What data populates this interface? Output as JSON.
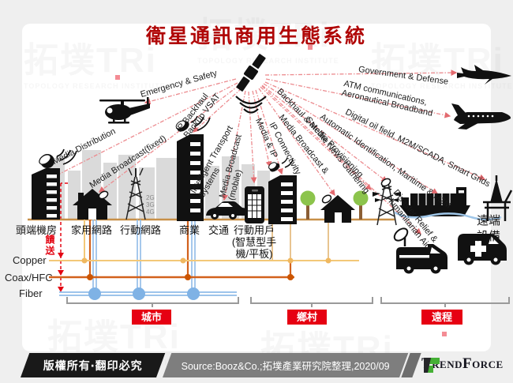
{
  "title": "衛星通訊商用生態系統",
  "watermark": {
    "brand": "拓墣TRi",
    "caption": "TOPOLOGY RESEARCH INSTITUTE"
  },
  "radial_labels": {
    "media_distribution": "Media Distribution",
    "media_broadcast_fixed": "Media Broadcast(fixed)",
    "emergency_safety": "Emergency & Safety",
    "ip_backhaul": "IP Backhaul\nBackup VSAT",
    "intelligent_transport": "Intelligent Transport\nSystems",
    "media_broadcast_mobile": "Media Broadcast\n(mobile)",
    "media_ip": "Media & IP",
    "ip_connectivity": "IP Connectivity",
    "media_broadcast_amp": "Media Broadcast &",
    "satellite_news": "Satellite News Gathering",
    "backhaul_provisioning": "Backhaul & Media Provisioning",
    "automatic_identification": "Automatic Identification, Maritime & M2M",
    "digital_oil_field": "Digital oil field, M2M/SCADA, Smart Grids",
    "atm_communications": "ATM communications,\nAeronautical Broadband",
    "government_defense": "Government & Defense",
    "disaster_relief": "Disaster Relief &\nHumanitarian Aid"
  },
  "ground_labels": {
    "headend": "頭端機房",
    "home_network": "家用網路",
    "mobile_network": "行動網路",
    "business": "商業",
    "transport": "交通",
    "mobile_users": "行動用戶\n(智慧型手\n機/平板)",
    "remote_equipment": "遠端\n設備",
    "feed": "饋送",
    "cellular_generations": "2G\n3G\n4G"
  },
  "line_labels": {
    "copper": "Copper",
    "coax": "Coax/HFC",
    "fiber": "Fiber"
  },
  "regions": {
    "city": "城市",
    "rural": "鄉村",
    "remote": "遠程"
  },
  "footer": {
    "copyright": "版權所有‧翻印必究",
    "source": "Source:Booz&Co.;拓墣產業研究院整理,2020/09",
    "brand": "TrendForce"
  },
  "colors": {
    "title_red": "#b00606",
    "link_line": "#ec8b8f",
    "region_box_red": "#e60012",
    "feed_red": "#e30613",
    "copper": "#f3c878",
    "coax": "#d2611c",
    "fiber": "#8fbbe8",
    "ground": "#c89048",
    "brand_green": "#45b035"
  }
}
